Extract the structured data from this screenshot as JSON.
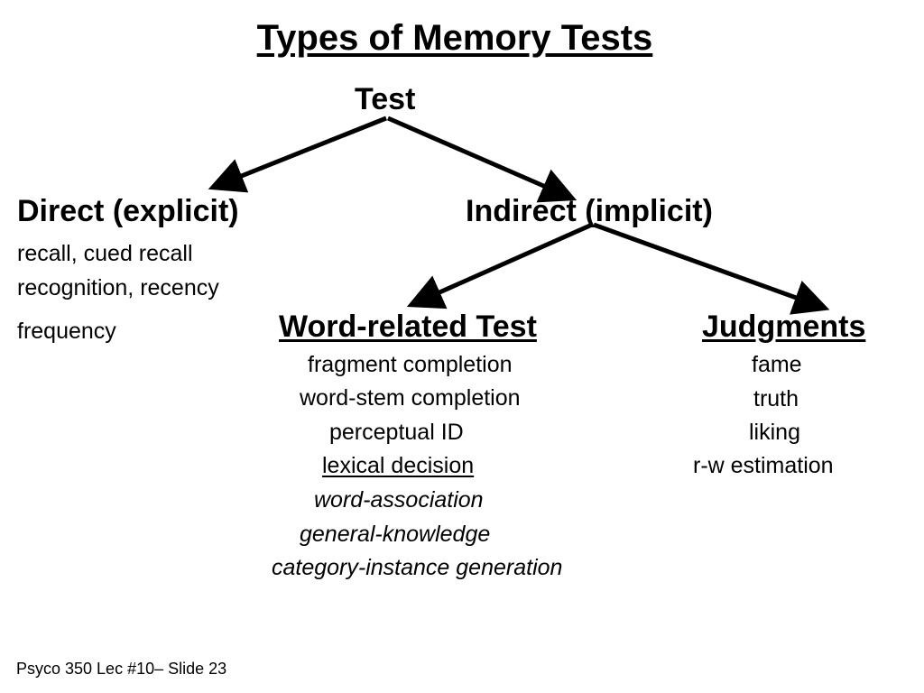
{
  "title": "Types of Memory Tests",
  "root": "Test",
  "direct": {
    "heading": "Direct (explicit)",
    "items": [
      "recall, cued recall",
      "recognition, recency",
      "frequency"
    ]
  },
  "indirect": {
    "heading": "Indirect (implicit)"
  },
  "word_related": {
    "heading": "Word-related Test",
    "items": [
      "fragment completion",
      "word-stem completion",
      "perceptual ID",
      "lexical decision",
      "word-association",
      "general-knowledge",
      "category-instance generation"
    ]
  },
  "judgments": {
    "heading": "Judgments",
    "items": [
      "fame",
      "truth",
      "liking",
      "r-w estimation"
    ]
  },
  "footer": "Psyco 350 Lec #10– Slide 23"
}
